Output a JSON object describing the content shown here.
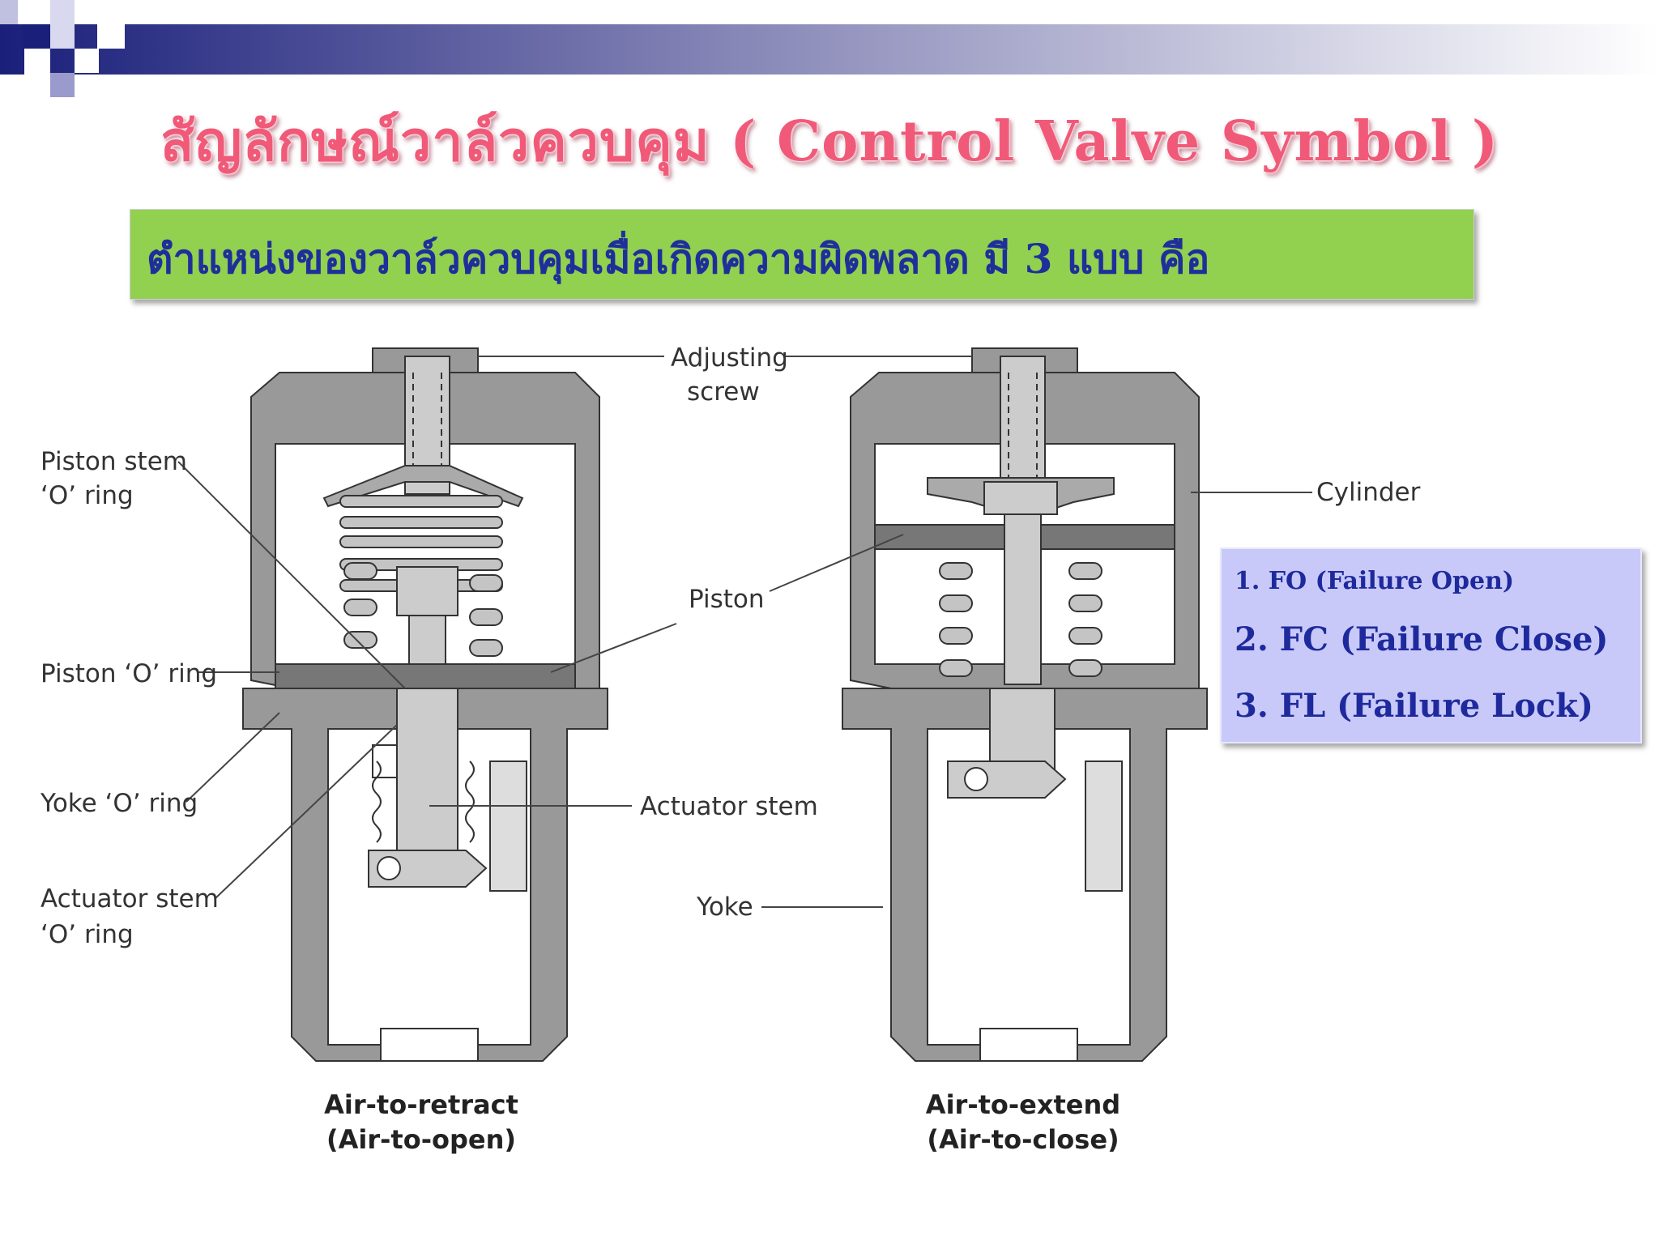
{
  "slide": {
    "title": "สัญลักษณ์วาล์วควบคุม  ( Control Valve Symbol )",
    "subtitle": "ตำแหน่งของวาล์วควบคุมเมื่อเกิดความผิดพลาด มี 3 แบบ คือ"
  },
  "diagram": {
    "labels": {
      "adjusting_1": "Adjusting",
      "adjusting_2": "screw",
      "piston_stem_1": "Piston stem",
      "piston_stem_2": "‘O’ ring",
      "cylinder": "Cylinder",
      "piston": "Piston",
      "piston_o_ring": "Piston ‘O’ ring",
      "yoke_o_ring": "Yoke ‘O’ ring",
      "actuator_stem": "Actuator stem",
      "actuator_stem_o_1": "Actuator stem",
      "actuator_stem_o_2": "‘O’ ring",
      "yoke": "Yoke"
    },
    "captions": {
      "left_1": "Air-to-retract",
      "left_2": "(Air-to-open)",
      "right_1": "Air-to-extend",
      "right_2": "(Air-to-close)"
    }
  },
  "failure_modes": [
    "1. FO (Failure Open)",
    "2.  FC (Failure Close)",
    "3.  FL (Failure Lock)"
  ]
}
